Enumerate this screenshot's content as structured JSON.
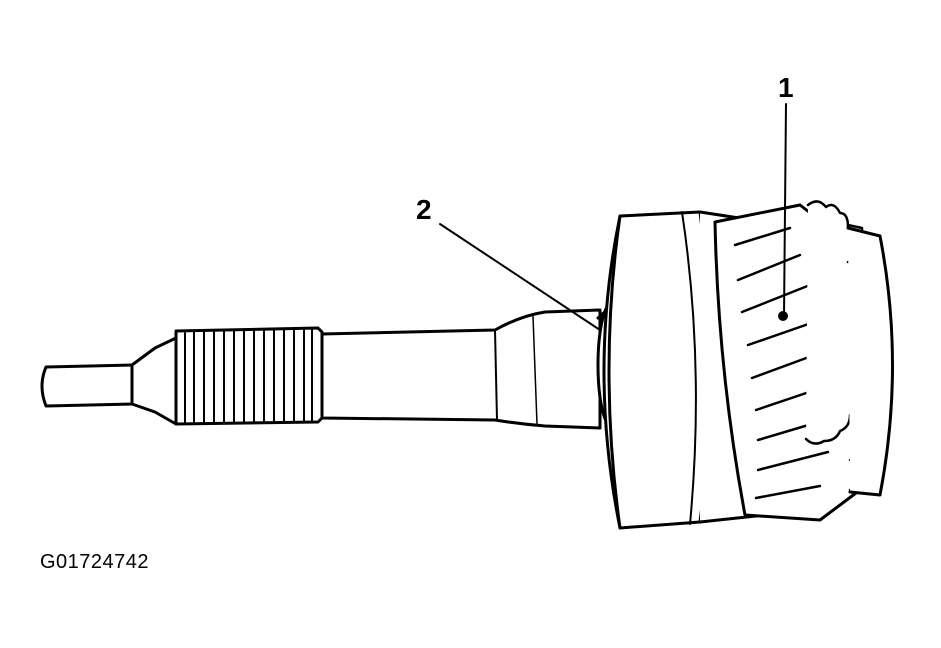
{
  "callouts": {
    "one": "1",
    "two": "2"
  },
  "figure_id": "G01724742",
  "colors": {
    "ink": "#000000",
    "paper": "#ffffff"
  }
}
